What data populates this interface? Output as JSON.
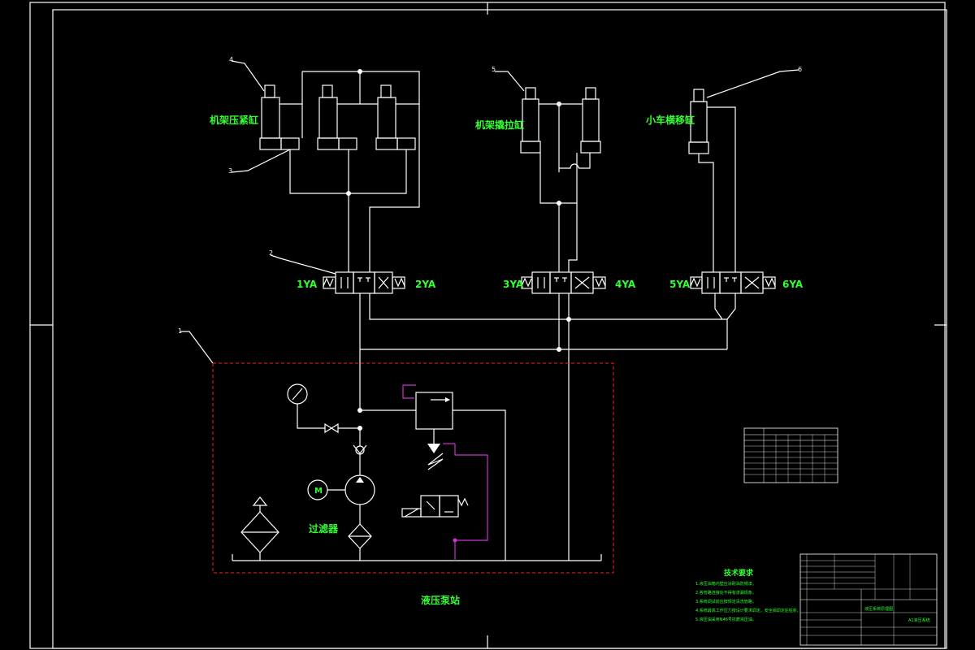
{
  "labels": {
    "press_cyl": "机架压紧缸",
    "pull_cyl": "机架撬拉缸",
    "cart_cyl": "小车横移缸",
    "valve1_left": "1YA",
    "valve1_right": "2YA",
    "valve2_left": "3YA",
    "valve2_right": "4YA",
    "valve3_left": "5YA",
    "valve3_right": "6YA",
    "filter": "过滤器",
    "station": "液压泵站",
    "motor": "M",
    "tech_title": "技术要求"
  },
  "callouts": [
    "1",
    "2",
    "3",
    "4",
    "5",
    "6"
  ],
  "tech_lines": [
    "1.液压油箱内壁应涂耐油防锈漆。",
    "2.各管路连接处不得有渗漏现象。",
    "3.系统调试前应按规定清洗管路。",
    "4.系统最高工作压力按设计要求调定，安全阀调定后铅封。",
    "5.液压油采用N46号抗磨液压油。"
  ],
  "title_block": {
    "drawing_name": "液压系统原理图",
    "drawing_no": "A1液压系统"
  },
  "colors": {
    "line": "#ffffff",
    "text": "#33ff33",
    "station_border": "#ff2020",
    "pilot": "#cc33cc"
  }
}
